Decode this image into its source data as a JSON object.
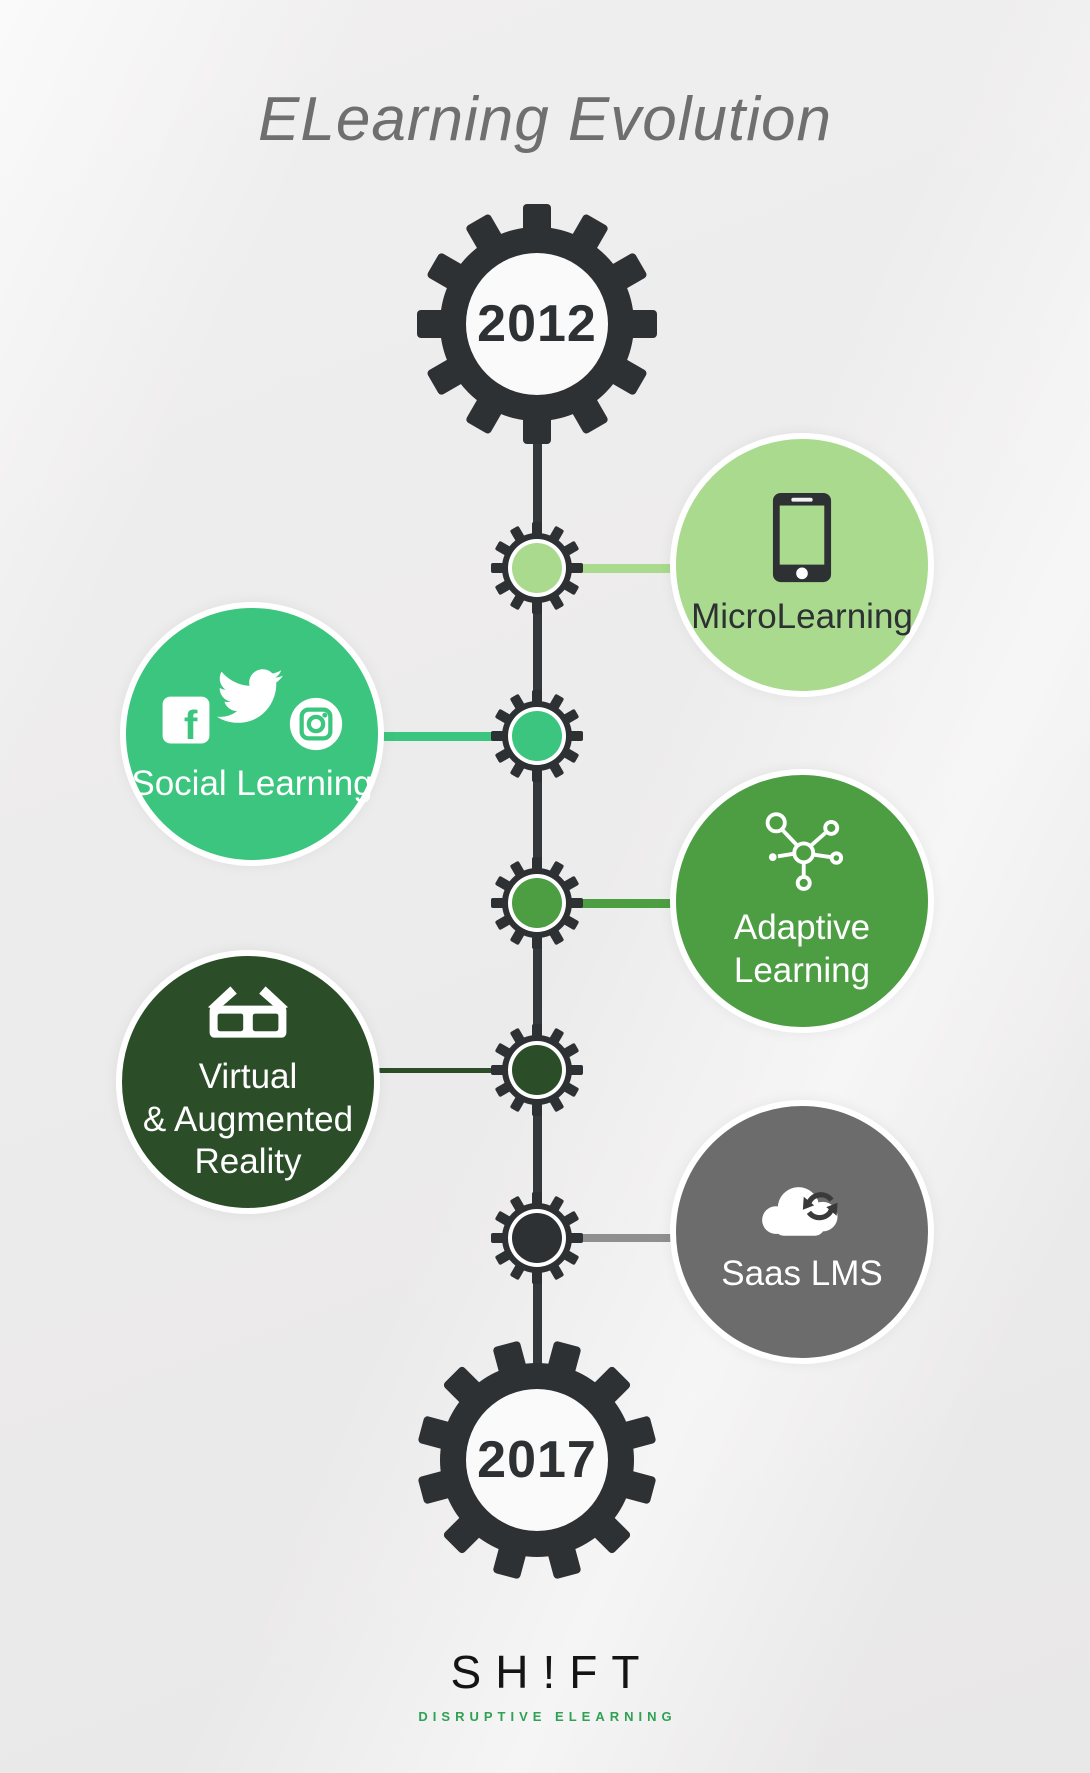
{
  "title": "ELearning Evolution",
  "timeline": {
    "start_year": "2012",
    "end_year": "2017",
    "milestones": [
      {
        "label": "MicroLearning",
        "icon": "smartphone-icon",
        "side": "right",
        "bubble_color": "#a9da8d",
        "connector_color": "#a9da8d",
        "label_color": "#2e3133"
      },
      {
        "label": "Social Learning",
        "icon": "social-icons",
        "side": "left",
        "bubble_color": "#3cc57e",
        "connector_color": "#3cc57e",
        "label_color": "#ffffff"
      },
      {
        "label": "Adaptive\nLearning",
        "icon": "network-icon",
        "side": "right",
        "bubble_color": "#4d9e43",
        "connector_color": "#4d9e43",
        "label_color": "#ffffff"
      },
      {
        "label": "Virtual\n& Augmented\nReality",
        "icon": "vr-glasses-icon",
        "side": "left",
        "bubble_color": "#2b4e29",
        "connector_color": "#2b4e29",
        "label_color": "#ffffff"
      },
      {
        "label": "Saas LMS",
        "icon": "cloud-sync-icon",
        "side": "right",
        "bubble_color": "#6c6c6c",
        "connector_color": "#8f8f8f",
        "label_color": "#ffffff"
      }
    ]
  },
  "footer": {
    "brand": "SH!FT",
    "tagline": "DISRUPTIVE ELEARNING",
    "tagline_color": "#2ea152"
  },
  "colors": {
    "gear_dark": "#2e3133",
    "spine": "#35383b",
    "title": "#6f6f6f",
    "background": "#efeeee"
  }
}
